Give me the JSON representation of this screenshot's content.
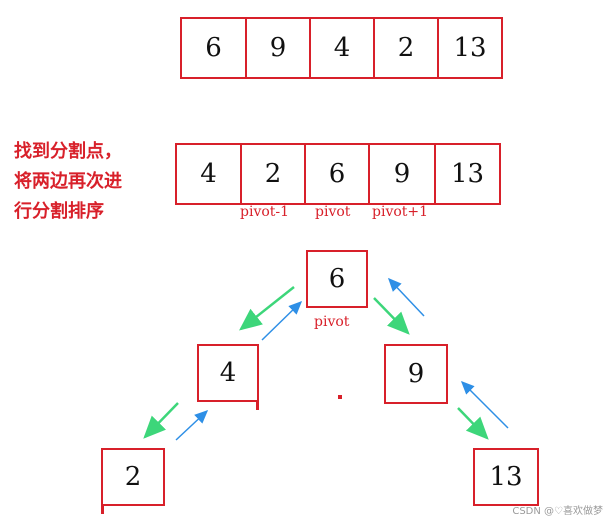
{
  "array_initial": [
    "6",
    "9",
    "4",
    "2",
    "13"
  ],
  "note": "找到分割点，\n将两边再次进\n行分割排序",
  "array_partitioned": [
    "4",
    "2",
    "6",
    "9",
    "13"
  ],
  "labels": {
    "pivot_minus_1": "pivot-1",
    "pivot": "pivot",
    "pivot_plus_1": "pivot+1"
  },
  "tree": {
    "root": "6",
    "root_label": "pivot",
    "left": "4",
    "right": "9",
    "left_left": "2",
    "right_right": "13"
  },
  "colors": {
    "border": "#d8202a",
    "arrow_down": "#3dd67a",
    "arrow_up": "#2e8fe6"
  },
  "watermark": "CSDN @♡喜欢做梦"
}
